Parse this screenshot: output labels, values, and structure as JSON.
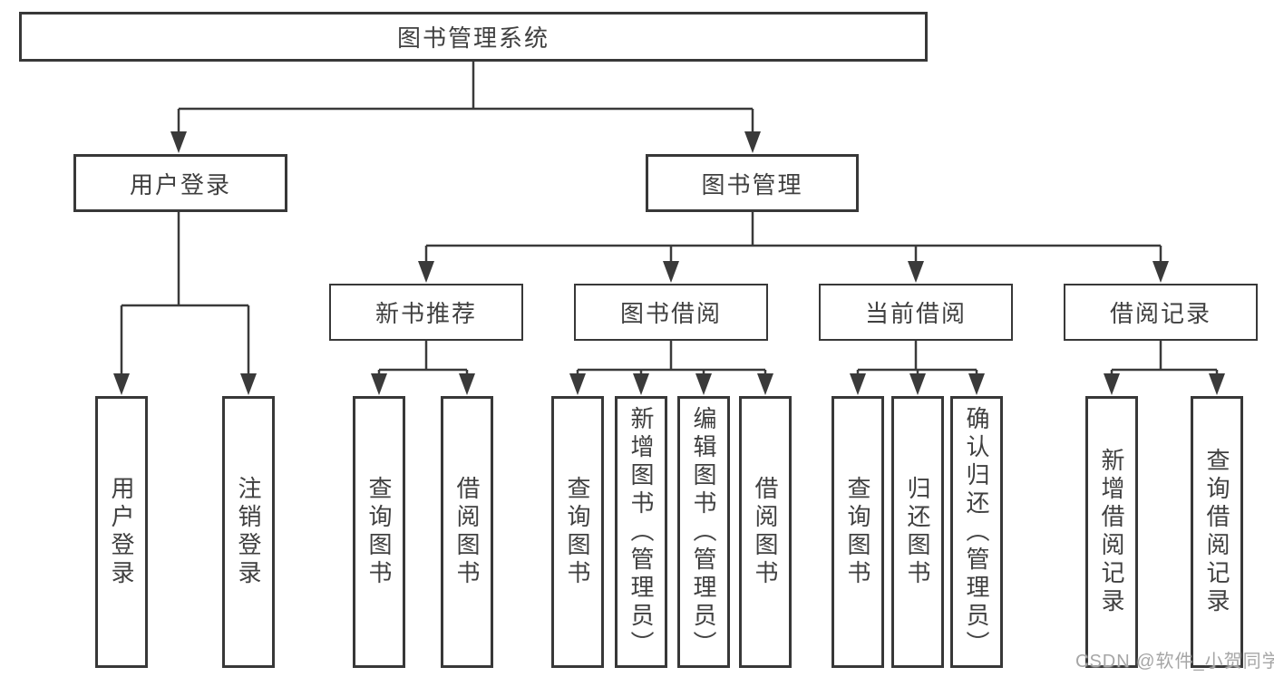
{
  "diagram": {
    "root": {
      "label": "图书管理系统"
    },
    "level2": {
      "login": {
        "label": "用户登录"
      },
      "mgmt": {
        "label": "图书管理"
      }
    },
    "level3": {
      "recommend": {
        "label": "新书推荐"
      },
      "borrow": {
        "label": "图书借阅"
      },
      "current": {
        "label": "当前借阅"
      },
      "records": {
        "label": "借阅记录"
      }
    },
    "leaves": {
      "login": [
        "用户登录",
        "注销登录"
      ],
      "recommend": [
        "查询图书",
        "借阅图书"
      ],
      "borrow": [
        "查询图书",
        "新增图书（管理员）",
        "编辑图书（管理员）",
        "借阅图书"
      ],
      "current": [
        "查询图书",
        "归还图书",
        "确认归还（管理员）"
      ],
      "records": [
        "新增借阅记录",
        "查询借阅记录"
      ]
    }
  },
  "watermark": "CSDN @软件_小贺同学",
  "colors": {
    "line": "#3a3a3a",
    "box_border": "#383838",
    "text": "#404040",
    "watermark": "#a6a6a6",
    "background": "#ffffff"
  }
}
